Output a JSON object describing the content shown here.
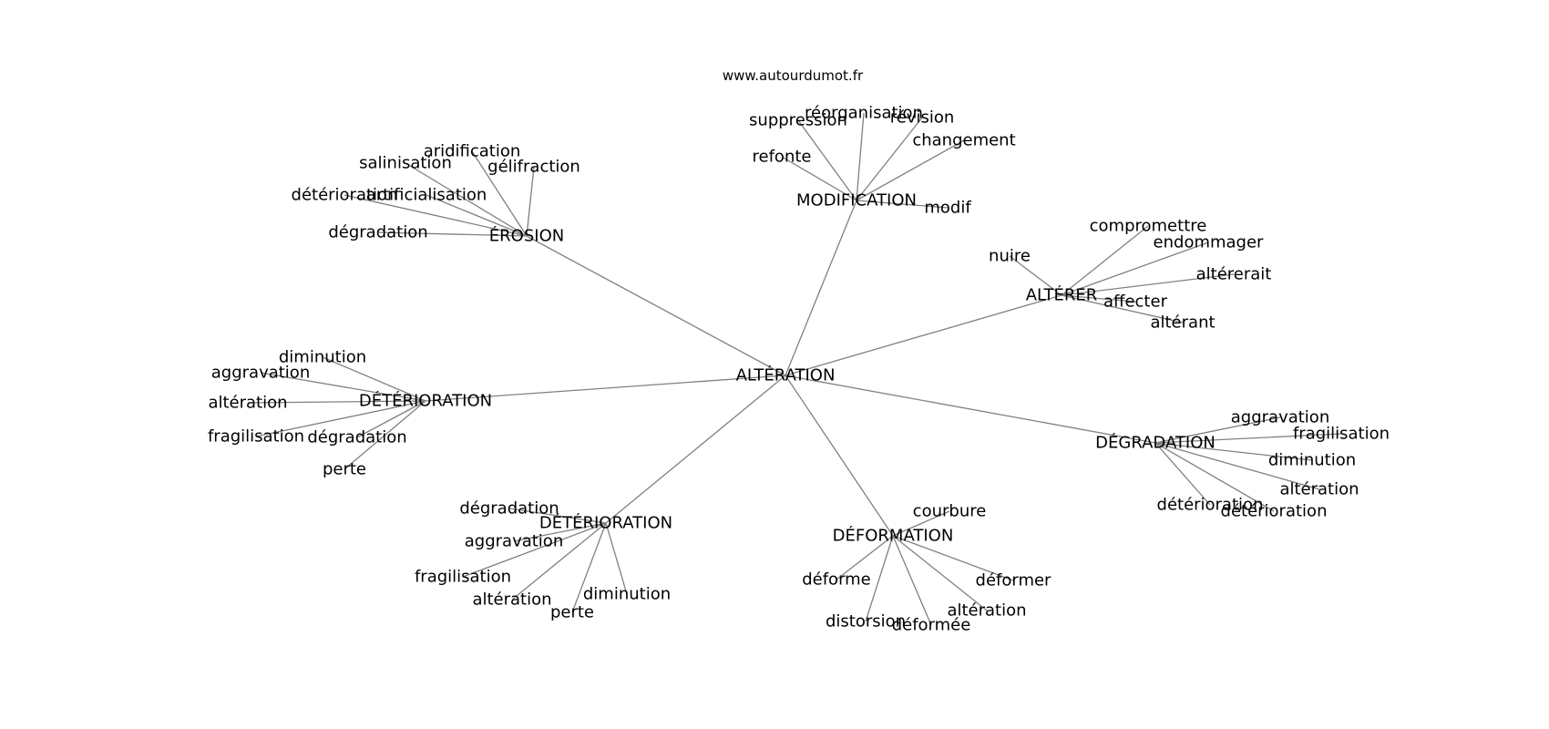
{
  "watermark": "www.autourdumot.fr",
  "colors": {
    "edge": "#808080",
    "text": "#000000",
    "background": "#ffffff"
  },
  "graph": {
    "center": "ALTÉRATION",
    "clusters": [
      {
        "label": "MODIFICATION",
        "leaves": [
          "suppression",
          "réorganisation",
          "révision",
          "changement",
          "refonte",
          "modif"
        ]
      },
      {
        "label": "ÉROSION",
        "leaves": [
          "aridification",
          "salinisation",
          "gélifraction",
          "détérioration",
          "artificialisation",
          "dégradation"
        ]
      },
      {
        "label": "ALTÉRER",
        "leaves": [
          "compromettre",
          "endommager",
          "altérerait",
          "nuire",
          "affecter",
          "altérant"
        ]
      },
      {
        "label": "DÉTÉRIORATION",
        "leaves": [
          "diminution",
          "aggravation",
          "altération",
          "fragilisation",
          "dégradation",
          "perte"
        ]
      },
      {
        "label": "DÉGRADATION",
        "leaves": [
          "aggravation",
          "fragilisation",
          "diminution",
          "altération",
          "détérioration",
          "détérioration"
        ]
      },
      {
        "label": "DÉTÉRIORATION",
        "leaves": [
          "dégradation",
          "aggravation",
          "fragilisation",
          "altération",
          "diminution",
          "perte"
        ]
      },
      {
        "label": "DÉFORMATION",
        "leaves": [
          "courbure",
          "déforme",
          "déformer",
          "altération",
          "distorsion",
          "déformée"
        ]
      }
    ]
  }
}
